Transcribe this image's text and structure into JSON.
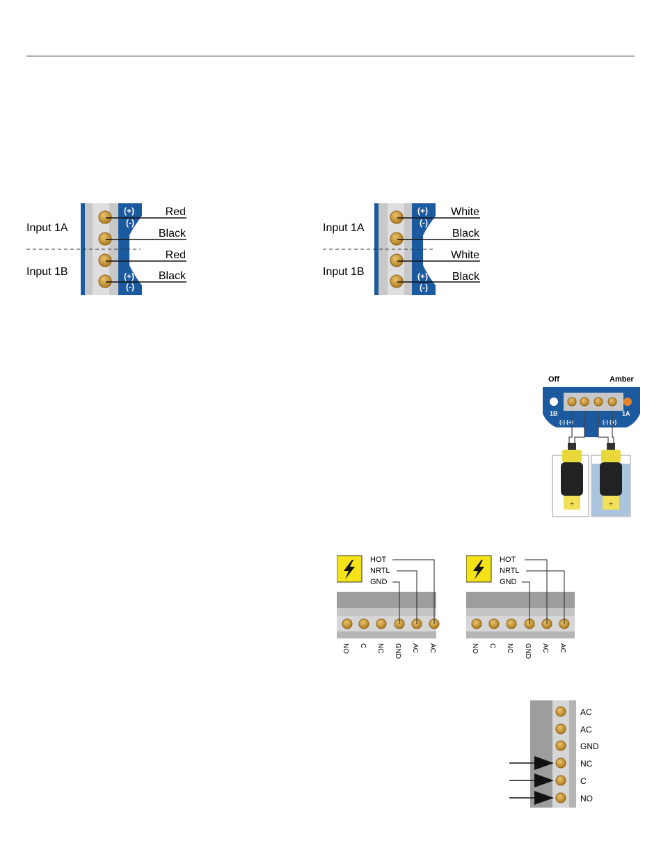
{
  "figure1": {
    "input_a": "Input 1A",
    "input_b": "Input 1B",
    "plus": "(+)",
    "minus": "(-)",
    "wires": [
      "Red",
      "Black",
      "Red",
      "Black"
    ]
  },
  "figure2": {
    "input_a": "Input 1A",
    "input_b": "Input 1B",
    "plus": "(+)",
    "minus": "(-)",
    "wires": [
      "White",
      "Black",
      "White",
      "Black"
    ]
  },
  "figure3": {
    "off_label": "Off",
    "amber_label": "Amber",
    "left_channel": "1B",
    "right_channel": "1A",
    "polarity": "(-) (+)",
    "colors": {
      "blue": "#1c5aa0",
      "amber": "#e8822a",
      "sensor_yellow": "#e8d83a"
    }
  },
  "figure4": {
    "hot": "HOT",
    "neutral": "NRTL",
    "ground": "GND",
    "terminals": [
      "NO",
      "C",
      "NC",
      "GND",
      "AC",
      "AC"
    ]
  },
  "figure5": {
    "hot": "HOT",
    "neutral": "NRTL",
    "ground": "GND",
    "terminals": [
      "NO",
      "C",
      "NC",
      "GND",
      "AC",
      "AC"
    ]
  },
  "figure6": {
    "terminals": [
      "AC",
      "AC",
      "GND",
      "NC",
      "C",
      "NO"
    ]
  }
}
